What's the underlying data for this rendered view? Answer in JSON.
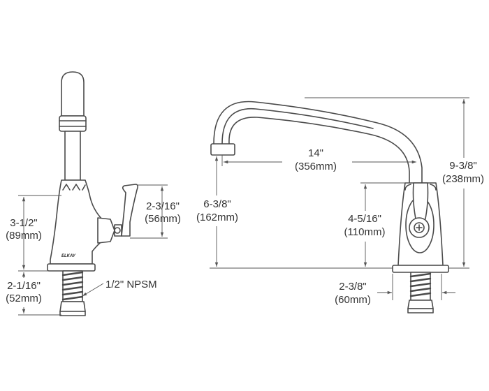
{
  "brand": "ELKAY",
  "side_view": {
    "body_height": {
      "imperial": "3-1/2\"",
      "metric": "(89mm)"
    },
    "handle_height": {
      "imperial": "2-3/16\"",
      "metric": "(56mm)"
    },
    "shank_length": {
      "imperial": "2-1/16\"",
      "metric": "(52mm)"
    },
    "thread_callout": "1/2\" NPSM"
  },
  "front_view": {
    "spout_reach": {
      "imperial": "14\"",
      "metric": "(356mm)"
    },
    "spout_outlet_height": {
      "imperial": "6-3/8\"",
      "metric": "(162mm)"
    },
    "overall_height": {
      "imperial": "9-3/8\"",
      "metric": "(238mm)"
    },
    "body_height": {
      "imperial": "4-5/16\"",
      "metric": "(110mm)"
    },
    "base_width": {
      "imperial": "2-3/8\"",
      "metric": "(60mm)"
    }
  }
}
